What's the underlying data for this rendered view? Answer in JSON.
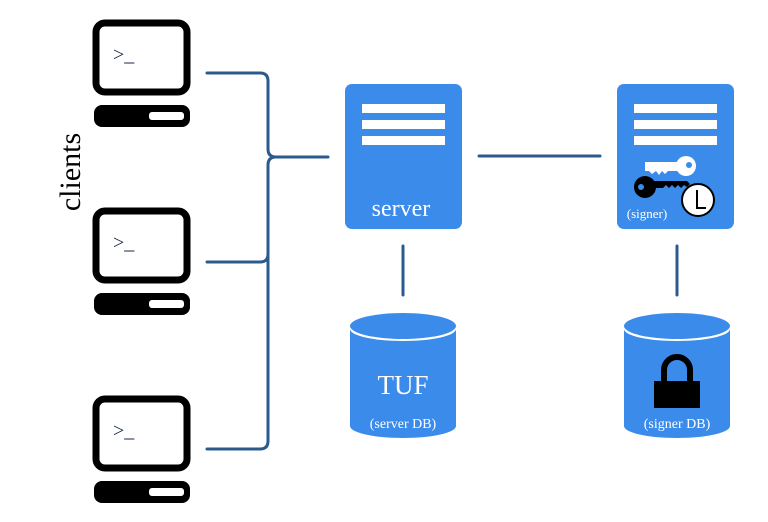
{
  "title": "Notary architecture",
  "clients": {
    "label": "clients",
    "items": [
      {
        "prompt": ">_",
        "icon": "terminal-computer-icon"
      },
      {
        "prompt": ">_",
        "icon": "terminal-computer-icon"
      },
      {
        "prompt": ">_",
        "icon": "terminal-computer-icon"
      }
    ]
  },
  "server": {
    "label": "server",
    "icon": "document-icon"
  },
  "signer": {
    "label": "(signer)",
    "icon": "document-icon",
    "badges": [
      "keys-icon",
      "clock-icon"
    ]
  },
  "server_db": {
    "label": "TUF",
    "sublabel": "(server DB)",
    "icon": "database-icon"
  },
  "signer_db": {
    "label": "(signer DB)",
    "icon": "database-icon",
    "badge": "lock-icon"
  },
  "colors": {
    "box_blue": "#3b8beb",
    "line_blue": "#2b5b8c",
    "icon_black": "#000000",
    "text_white": "#ffffff"
  }
}
